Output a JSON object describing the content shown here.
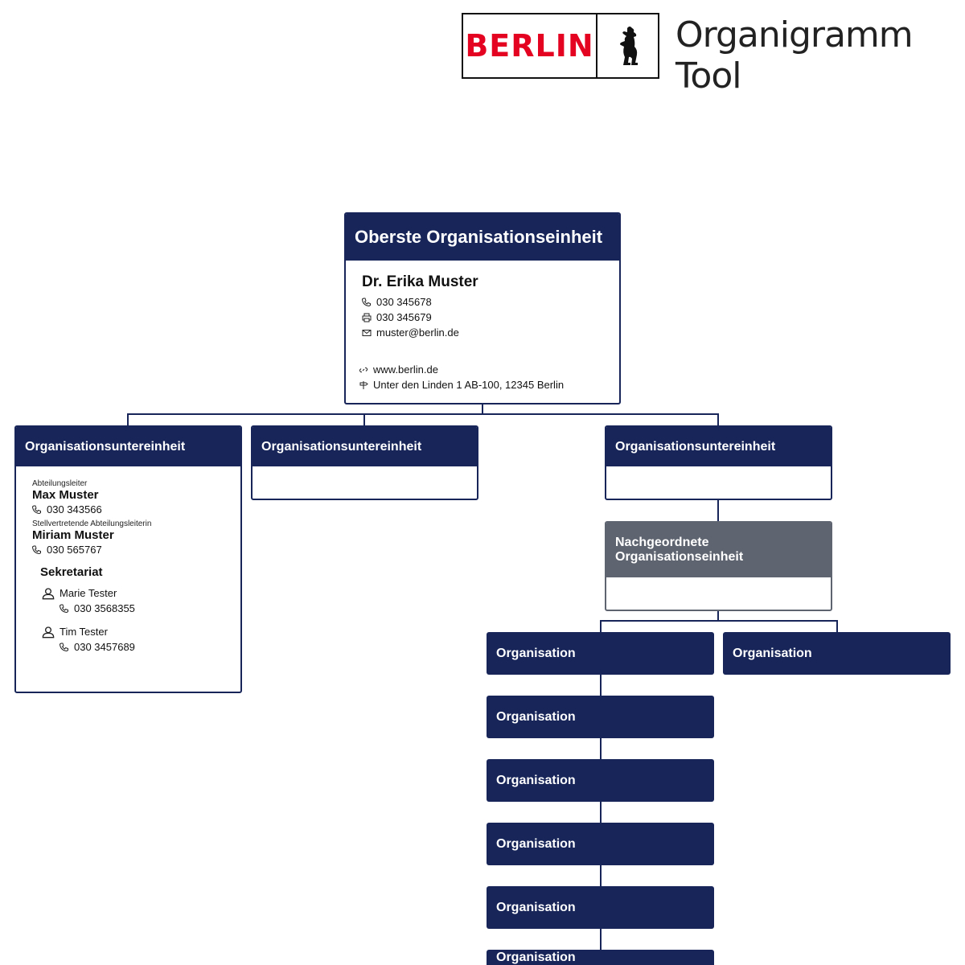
{
  "header": {
    "logo_text": "BERLIN",
    "app_title": "Organigramm Tool"
  },
  "top": {
    "title": "Oberste Organisationseinheit",
    "person": "Dr. Erika Muster",
    "phone": "030 345678",
    "fax": "030 345679",
    "email": "muster@berlin.de",
    "website": "www.berlin.de",
    "address": "Unter den Linden 1 AB-100, 12345 Berlin"
  },
  "sub_units": [
    {
      "title": "Organisationsuntereinheit",
      "lead_role": "Abteilungsleiter",
      "lead_name": "Max Muster",
      "lead_phone": "030 343566",
      "deputy_role": "Stellvertretende Abteilungsleiterin",
      "deputy_name": "Miriam Muster",
      "deputy_phone": "030 565767",
      "secretariat_title": "Sekretariat",
      "secretariat": [
        {
          "name": "Marie Tester",
          "phone": "030 3568355"
        },
        {
          "name": "Tim Tester",
          "phone": "030 3457689"
        }
      ]
    },
    {
      "title": "Organisationsuntereinheit"
    },
    {
      "title": "Organisationsuntereinheit"
    }
  ],
  "subordinate": {
    "title": "Nachgeordnete Organisationseinheit"
  },
  "organisations": [
    "Organisation",
    "Organisation",
    "Organisation",
    "Organisation",
    "Organisation",
    "Organisation",
    "Organisation"
  ],
  "colors": {
    "navy": "#172559",
    "gray": "#5f6570",
    "berlin_red": "#e40422"
  }
}
